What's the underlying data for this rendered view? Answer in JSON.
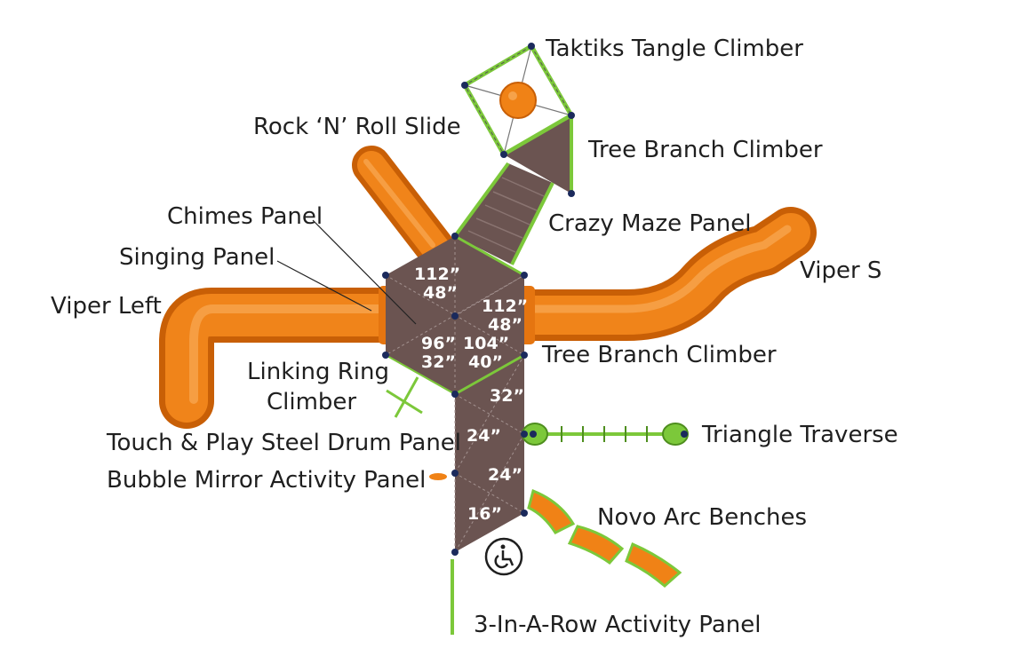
{
  "labels": {
    "taktiks": "Taktiks Tangle Climber",
    "rock_slide": "Rock ‘N’ Roll Slide",
    "tree_branch_top": "Tree Branch Climber",
    "chimes": "Chimes Panel",
    "crazy_maze": "Crazy Maze Panel",
    "singing": "Singing Panel",
    "viper_s": "Viper S",
    "viper_left": "Viper Left",
    "tree_branch_mid": "Tree Branch Climber",
    "linking_ring_1": "Linking Ring",
    "linking_ring_2": "Climber",
    "drum": "Touch & Play Steel Drum Panel",
    "triangle": "Triangle Traverse",
    "bubble": "Bubble Mirror Activity Panel",
    "novo": "Novo Arc Benches",
    "three_row": "3-In-A-Row Activity Panel"
  },
  "decks": {
    "d1a": "112”",
    "d1b": "48”",
    "d2a": "112”",
    "d2b": "48”",
    "d3a": "96”",
    "d3b": "32”",
    "d4a": "104”",
    "d4b": "40”",
    "d5": "32”",
    "d6": "24”",
    "d7": "24”",
    "d8": "16”"
  },
  "colors": {
    "slide_orange": "#f07d12",
    "deck_brown": "#6b5451",
    "climber_green": "#7cc83a",
    "post_blue": "#1b2a5c"
  },
  "icons": {
    "accessibility": "wheelchair-icon"
  }
}
